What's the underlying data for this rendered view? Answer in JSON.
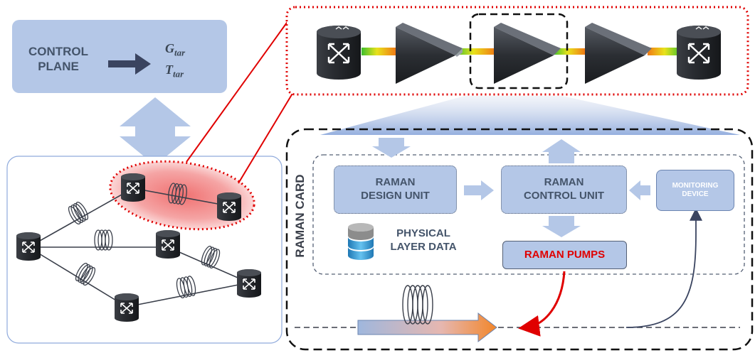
{
  "control_plane": {
    "label": "CONTROL\nPLANE",
    "target_gain": {
      "symbol": "G",
      "subscript": "tar"
    },
    "target_tilt": {
      "symbol": "T",
      "subscript": "tar"
    }
  },
  "raman_card": {
    "label": "RAMAN CARD",
    "design_unit": "RAMAN\nDESIGN UNIT",
    "control_unit": "RAMAN\nCONTROL UNIT",
    "monitoring_device": "MONITORING\nDEVICE",
    "physical_layer_data": "PHYSICAL\nLAYER DATA",
    "raman_pumps": "RAMAN PUMPS"
  },
  "colors": {
    "panel_blue": "#b4c7e7",
    "panel_border": "#8faadc",
    "highlight_red": "#e00000",
    "pumps_text": "#e00000",
    "label_gray": "#44546a"
  }
}
